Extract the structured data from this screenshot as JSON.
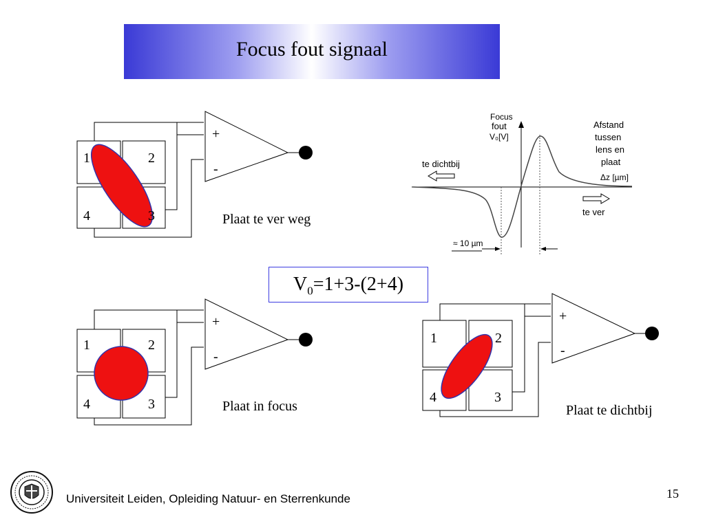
{
  "slide": {
    "title": "Focus fout signaal",
    "footer": "Universiteit Leiden, Opleiding Natuur- en Sterrenkunde",
    "page_number": "15"
  },
  "formula": {
    "v_main": "V",
    "v_sub": "0",
    "expression": "=1+3-(2+4)"
  },
  "detectors": [
    {
      "caption": "Plaat te ver weg",
      "quadrants": [
        "1",
        "2",
        "3",
        "4"
      ],
      "plus": "+",
      "minus": "-",
      "spot": "ellipse-tilted-left"
    },
    {
      "caption": "Plaat in focus",
      "quadrants": [
        "1",
        "2",
        "3",
        "4"
      ],
      "plus": "+",
      "minus": "-",
      "spot": "circle"
    },
    {
      "caption": "Plaat te dichtbij",
      "quadrants": [
        "1",
        "2",
        "3",
        "4"
      ],
      "plus": "+",
      "minus": "-",
      "spot": "ellipse-tilted-right"
    }
  ],
  "graph": {
    "ylabel_lines": [
      "Focus",
      "fout",
      "V₀[V]"
    ],
    "right_label_lines": [
      "Afstand",
      "tussen",
      "lens en",
      "plaat",
      "Δz [µm]"
    ],
    "left_arrow_label": "te dichtbij",
    "right_arrow_label": "te ver",
    "scale_label": "≈ 10 µm"
  },
  "colors": {
    "spot_fill": "#ee1111",
    "spot_stroke": "#3333aa",
    "title_blue": "#3a3ad6"
  }
}
